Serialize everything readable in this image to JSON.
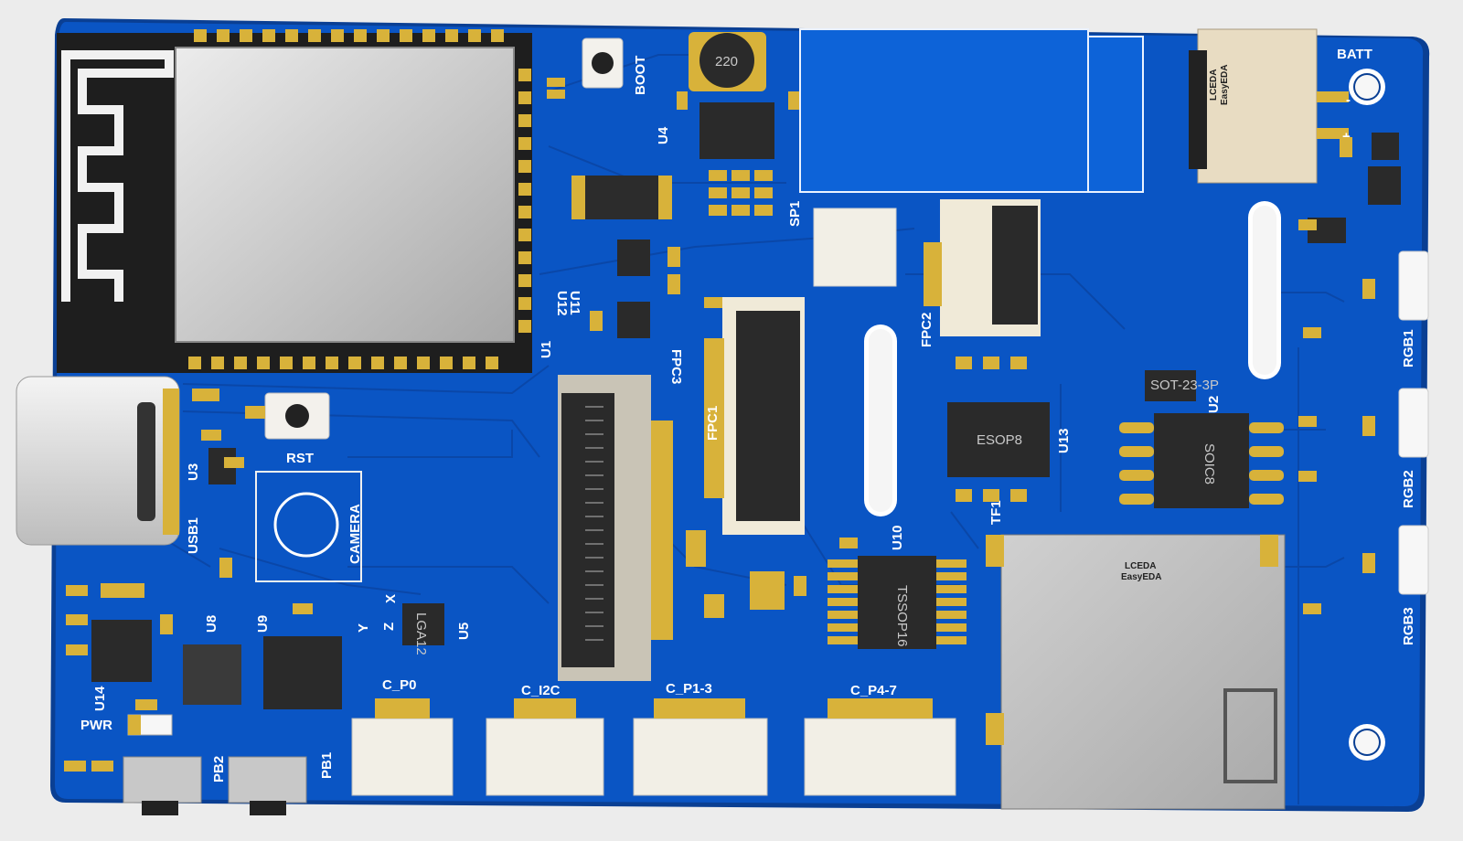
{
  "colors": {
    "background": "#ececec",
    "pcb": "#0a55c4",
    "pcb_edge": "#0a3f93",
    "silkscreen": "#ffffff",
    "gold": "#d8b23a",
    "ic": "#2b2b2b",
    "connector_white": "#f2efe6",
    "connector_beige": "#e8dcc2",
    "metal": "#c8c8c8"
  },
  "labels": {
    "u1": "U1",
    "boot": "BOOT",
    "rst": "RST",
    "u4": "U4",
    "inductor": "220",
    "sp1": "SP1",
    "u11": "U11",
    "u12": "U12",
    "fpc1": "FPC1",
    "fpc2": "FPC2",
    "fpc3": "FPC3",
    "batt": "BATT",
    "batt_minus": "-",
    "batt_plus": "+",
    "usb1": "USB1",
    "u3": "U3",
    "camera": "CAMERA",
    "u8": "U8",
    "u9": "U9",
    "u14": "U14",
    "pwr": "PWR",
    "pb1": "PB1",
    "pb2": "PB2",
    "u5": "U5",
    "u10": "U10",
    "u13": "U13",
    "u2": "U2",
    "tf1": "TF1",
    "rgb1": "RGB1",
    "rgb2": "RGB2",
    "rgb3": "RGB3",
    "esop8": "ESOP8",
    "soic8": "SOIC8",
    "tssop16": "TSSOP16",
    "sot23": "SOT-23-3P",
    "lga12": "LGA12",
    "c_p0": "C_P0",
    "c_i2c": "C_I2C",
    "c_p1_3": "C_P1-3",
    "c_p4_7": "C_P4-7",
    "axis_x": "X",
    "axis_y": "Y",
    "axis_z": "Z",
    "lceda_1": "LCEDA",
    "easyeda_1": "EasyEDA",
    "lceda_2": "LCEDA",
    "easyeda_2": "EasyEDA"
  }
}
